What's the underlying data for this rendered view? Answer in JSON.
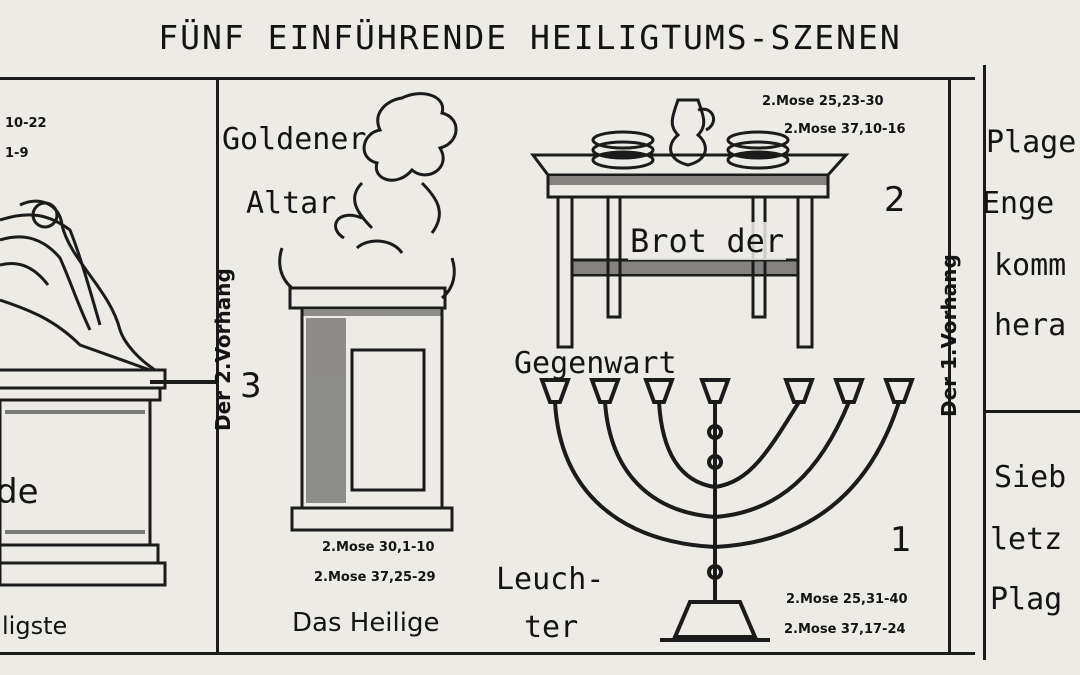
{
  "title": "FÜNF EINFÜHRENDE HEILIGTUMS-SZENEN",
  "left_panel": {
    "refs": [
      "10-22",
      "1-9"
    ],
    "fragment": "de",
    "caption": "ligste"
  },
  "dividers": {
    "second_curtain": "Der 2.Vorhang",
    "first_curtain": "Der 1.Vorhang"
  },
  "altar": {
    "label_line1": "Goldener",
    "label_line2": "Altar",
    "number": "3",
    "refs": [
      "2.Mose 30,1-10",
      "2.Mose 37,25-29"
    ]
  },
  "bread": {
    "label_line1": "Brot der",
    "label_line2": "Gegenwart",
    "number": "2",
    "refs": [
      "2.Mose 25,23-30",
      "2.Mose 37,10-16"
    ]
  },
  "lamp": {
    "label_line1": "Leuch-",
    "label_line2": "ter",
    "number": "1",
    "refs": [
      "2.Mose 25,31-40",
      "2.Mose 37,17-24"
    ]
  },
  "center_caption": "Das Heilige",
  "right_text": {
    "top": [
      "Plage",
      "Enge",
      "komm",
      "hera"
    ],
    "bottom": [
      "Sieb",
      "letz",
      "Plag"
    ]
  }
}
